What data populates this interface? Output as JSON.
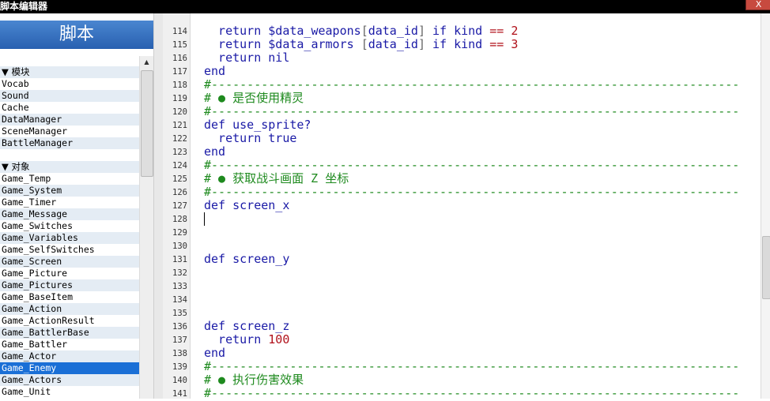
{
  "window": {
    "title": "脚本编辑器",
    "close_label": "X"
  },
  "left": {
    "header": "脚本",
    "items": [
      {
        "label": "▼ 模块",
        "kind": "category"
      },
      {
        "label": "Vocab"
      },
      {
        "label": "Sound"
      },
      {
        "label": "Cache"
      },
      {
        "label": "DataManager"
      },
      {
        "label": "SceneManager"
      },
      {
        "label": "BattleManager"
      },
      {
        "label": "",
        "kind": "gap"
      },
      {
        "label": "▼ 对象",
        "kind": "category"
      },
      {
        "label": "Game_Temp"
      },
      {
        "label": "Game_System"
      },
      {
        "label": "Game_Timer"
      },
      {
        "label": "Game_Message"
      },
      {
        "label": "Game_Switches"
      },
      {
        "label": "Game_Variables"
      },
      {
        "label": "Game_SelfSwitches"
      },
      {
        "label": "Game_Screen"
      },
      {
        "label": "Game_Picture"
      },
      {
        "label": "Game_Pictures"
      },
      {
        "label": "Game_BaseItem"
      },
      {
        "label": "Game_Action"
      },
      {
        "label": "Game_ActionResult"
      },
      {
        "label": "Game_BattlerBase"
      },
      {
        "label": "Game_Battler"
      },
      {
        "label": "Game_Actor"
      },
      {
        "label": "Game_Enemy",
        "selected": true
      },
      {
        "label": "Game_Actors"
      },
      {
        "label": "Game_Unit"
      }
    ]
  },
  "editor": {
    "lines": [
      {
        "n": "114",
        "parts": [
          [
            "  return $data_weapons",
            "kw"
          ],
          [
            "[",
            "br"
          ],
          [
            "data_id",
            "kw"
          ],
          [
            "]",
            "br"
          ],
          [
            " if kind ",
            "kw"
          ],
          [
            "==",
            "op"
          ],
          [
            " ",
            "kw"
          ],
          [
            "2",
            "nm"
          ]
        ]
      },
      {
        "n": "115",
        "parts": [
          [
            "  return $data_armors ",
            "kw"
          ],
          [
            "[",
            "br"
          ],
          [
            "data_id",
            "kw"
          ],
          [
            "]",
            "br"
          ],
          [
            " if kind ",
            "kw"
          ],
          [
            "==",
            "op"
          ],
          [
            " ",
            "kw"
          ],
          [
            "3",
            "nm"
          ]
        ]
      },
      {
        "n": "116",
        "parts": [
          [
            "  return nil",
            "kw"
          ]
        ]
      },
      {
        "n": "117",
        "parts": [
          [
            "end",
            "kw"
          ]
        ]
      },
      {
        "n": "118",
        "parts": [
          [
            "#--------------------------------------------------------------------------",
            "cm"
          ]
        ]
      },
      {
        "n": "119",
        "parts": [
          [
            "# ● 是否使用精灵",
            "cm"
          ]
        ]
      },
      {
        "n": "120",
        "parts": [
          [
            "#--------------------------------------------------------------------------",
            "cm"
          ]
        ]
      },
      {
        "n": "121",
        "parts": [
          [
            "def use_sprite?",
            "kw"
          ]
        ]
      },
      {
        "n": "122",
        "parts": [
          [
            "  return true",
            "kw"
          ]
        ]
      },
      {
        "n": "123",
        "parts": [
          [
            "end",
            "kw"
          ]
        ]
      },
      {
        "n": "124",
        "parts": [
          [
            "#--------------------------------------------------------------------------",
            "cm"
          ]
        ]
      },
      {
        "n": "125",
        "parts": [
          [
            "# ● 获取战斗画面 Z 坐标",
            "cm"
          ]
        ]
      },
      {
        "n": "126",
        "parts": [
          [
            "#--------------------------------------------------------------------------",
            "cm"
          ]
        ]
      },
      {
        "n": "127",
        "parts": [
          [
            "def screen_x",
            "kw"
          ]
        ]
      },
      {
        "n": "128",
        "parts": [],
        "caret": true
      },
      {
        "n": "129",
        "parts": []
      },
      {
        "n": "130",
        "parts": []
      },
      {
        "n": "131",
        "parts": [
          [
            "def screen_y",
            "kw"
          ]
        ]
      },
      {
        "n": "132",
        "parts": []
      },
      {
        "n": "133",
        "parts": []
      },
      {
        "n": "134",
        "parts": []
      },
      {
        "n": "135",
        "parts": []
      },
      {
        "n": "136",
        "parts": [
          [
            "def screen_z",
            "kw"
          ]
        ]
      },
      {
        "n": "137",
        "parts": [
          [
            "  return ",
            "kw"
          ],
          [
            "100",
            "nm"
          ]
        ]
      },
      {
        "n": "138",
        "parts": [
          [
            "end",
            "kw"
          ]
        ]
      },
      {
        "n": "139",
        "parts": [
          [
            "#--------------------------------------------------------------------------",
            "cm"
          ]
        ]
      },
      {
        "n": "140",
        "parts": [
          [
            "# ● 执行伤害效果",
            "cm"
          ]
        ]
      },
      {
        "n": "141",
        "parts": [
          [
            "#--------------------------------------------------------------------------",
            "cm"
          ]
        ]
      }
    ]
  },
  "colors": {
    "selection": "#1a6fd6",
    "keyword": "#1a1aa6",
    "comment": "#1e8a1e",
    "number": "#b0101a"
  }
}
